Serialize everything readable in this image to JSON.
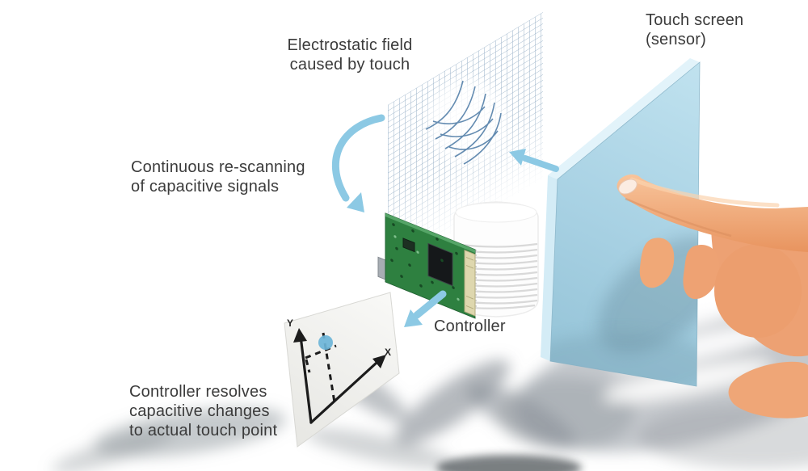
{
  "labels": {
    "electrostatic_field": [
      "Electrostatic field",
      "caused by touch"
    ],
    "touch_screen": [
      "Touch screen",
      "(sensor)"
    ],
    "rescanning": [
      "Continuous re-scanning",
      "of capacitive signals"
    ],
    "controller": "Controller",
    "resolves": [
      "Controller resolves",
      "capacitive changes",
      "to actual touch point"
    ]
  },
  "graph": {
    "x_axis_label": "X",
    "y_axis_label": "Y"
  },
  "icons": {
    "rescan_arrow": "curved-arrow-counterclockwise",
    "field_arrow": "arrow-left-to-mesh",
    "controller_arrow": "arrow-down-left",
    "touch_point": "blue-dot-marker"
  },
  "colors": {
    "text": "#3b3b3b",
    "arrow_blue": "#8cc9e4",
    "screen_blue": "#aad4e6",
    "mesh_line": "#7d9cb8",
    "field_line": "#4a78a4",
    "pcb_green": "#2e8040",
    "connector_beige": "#ded7ae",
    "skin": "#f0ac7e",
    "shadow": "#8e959c",
    "background": "#ffffff"
  }
}
